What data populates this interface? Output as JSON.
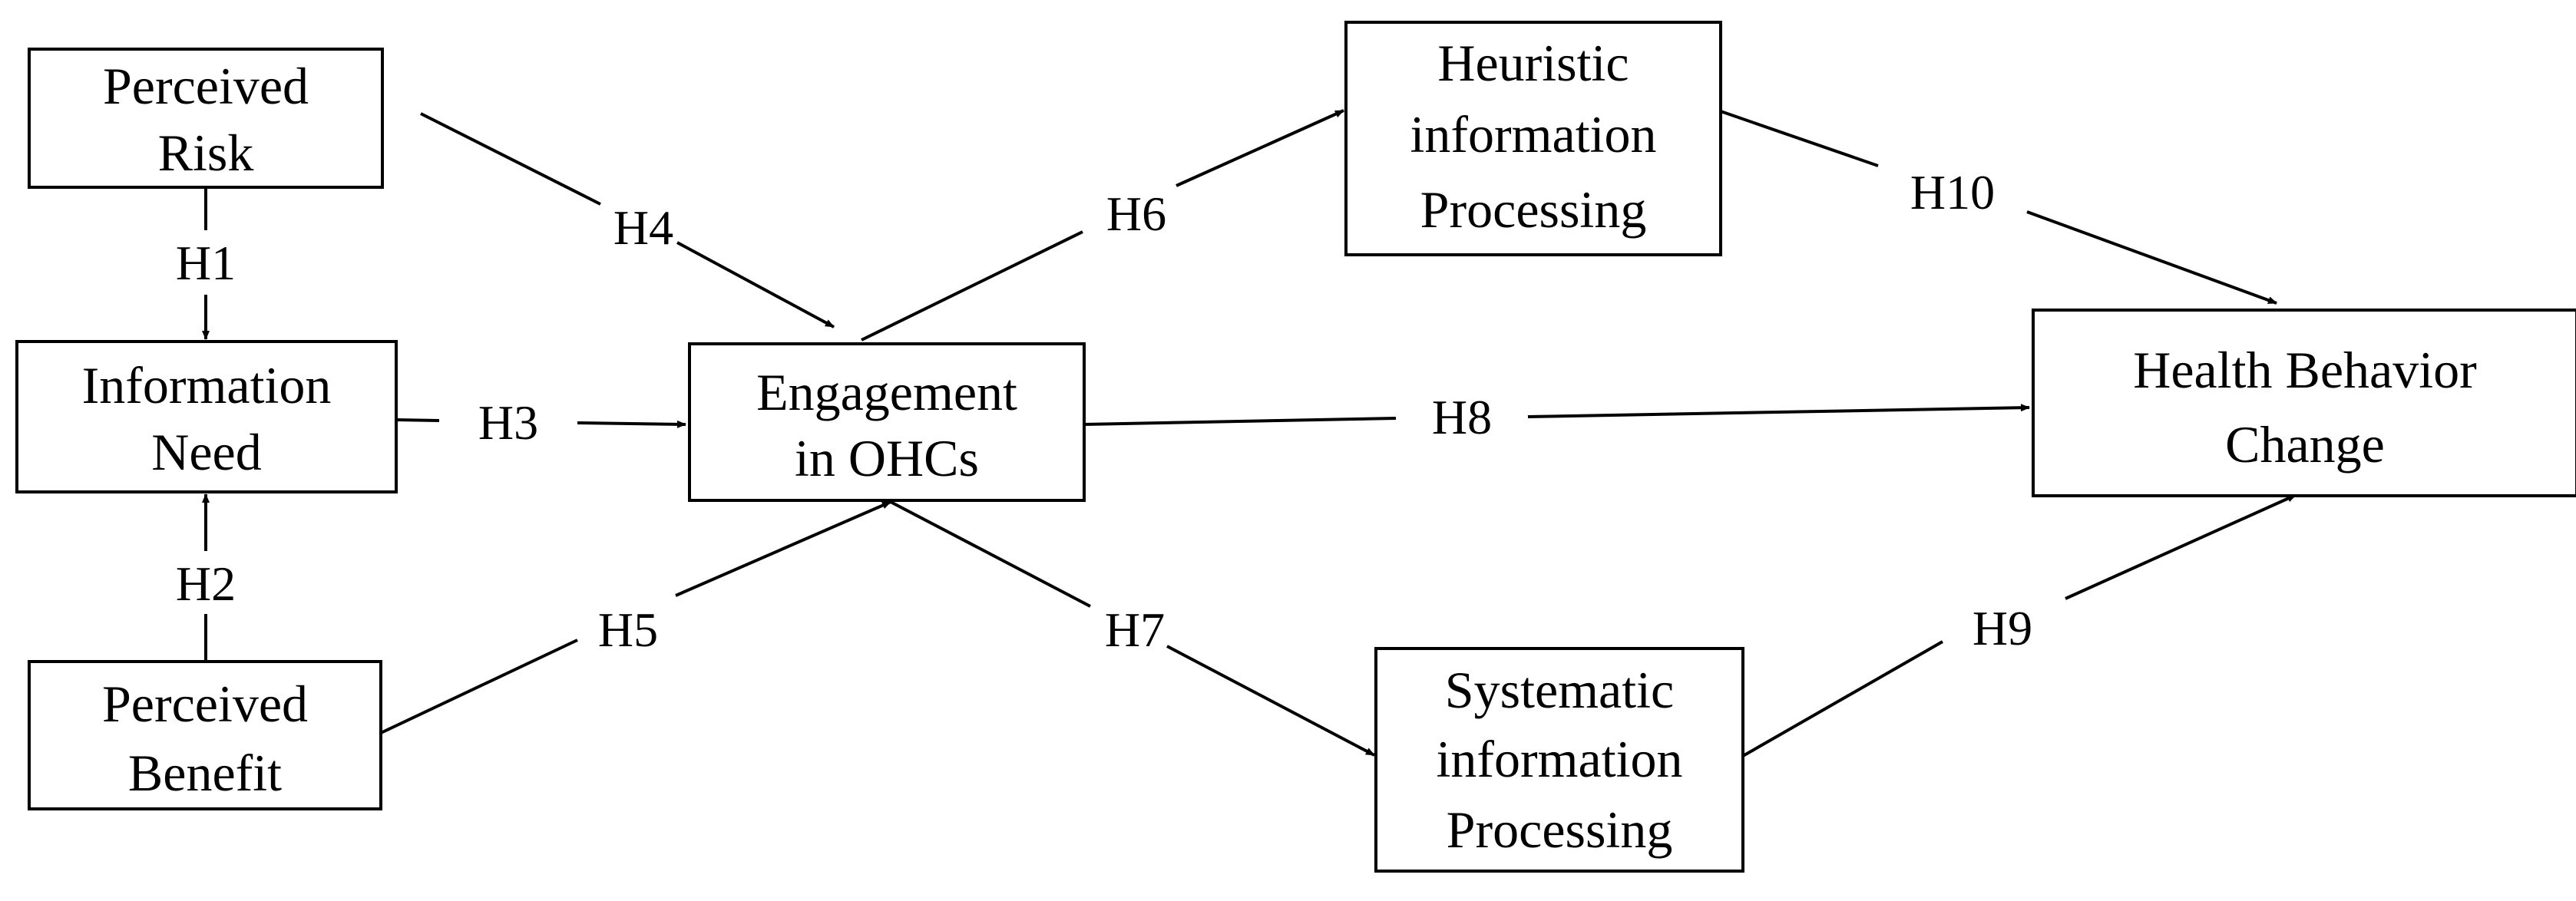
{
  "diagram": {
    "nodes": {
      "perceived_risk": {
        "line1": "Perceived",
        "line2": "Risk"
      },
      "information_need": {
        "line1": "Information",
        "line2": "Need"
      },
      "perceived_benefit": {
        "line1": "Perceived",
        "line2": "Benefit"
      },
      "engagement": {
        "line1": "Engagement",
        "line2": "in OHCs"
      },
      "heuristic": {
        "line1": "Heuristic",
        "line2": "information",
        "line3": "Processing"
      },
      "systematic": {
        "line1": "Systematic",
        "line2": "information",
        "line3": "Processing"
      },
      "health_behavior": {
        "line1": "Health Behavior",
        "line2": "Change"
      }
    },
    "edges": {
      "h1": {
        "label": "H1",
        "from": "Perceived Risk",
        "to": "Information Need"
      },
      "h2": {
        "label": "H2",
        "from": "Perceived Benefit",
        "to": "Information Need"
      },
      "h3": {
        "label": "H3",
        "from": "Information Need",
        "to": "Engagement in OHCs"
      },
      "h4": {
        "label": "H4",
        "from": "Perceived Risk",
        "to": "Engagement in OHCs"
      },
      "h5": {
        "label": "H5",
        "from": "Perceived Benefit",
        "to": "Engagement in OHCs"
      },
      "h6": {
        "label": "H6",
        "from": "Engagement in OHCs",
        "to": "Heuristic information Processing"
      },
      "h7": {
        "label": "H7",
        "from": "Engagement in OHCs",
        "to": "Systematic information Processing"
      },
      "h8": {
        "label": "H8",
        "from": "Engagement in OHCs",
        "to": "Health Behavior Change"
      },
      "h9": {
        "label": "H9",
        "from": "Systematic information Processing",
        "to": "Health Behavior Change"
      },
      "h10": {
        "label": "H10",
        "from": "Heuristic information Processing",
        "to": "Health Behavior Change"
      }
    }
  }
}
